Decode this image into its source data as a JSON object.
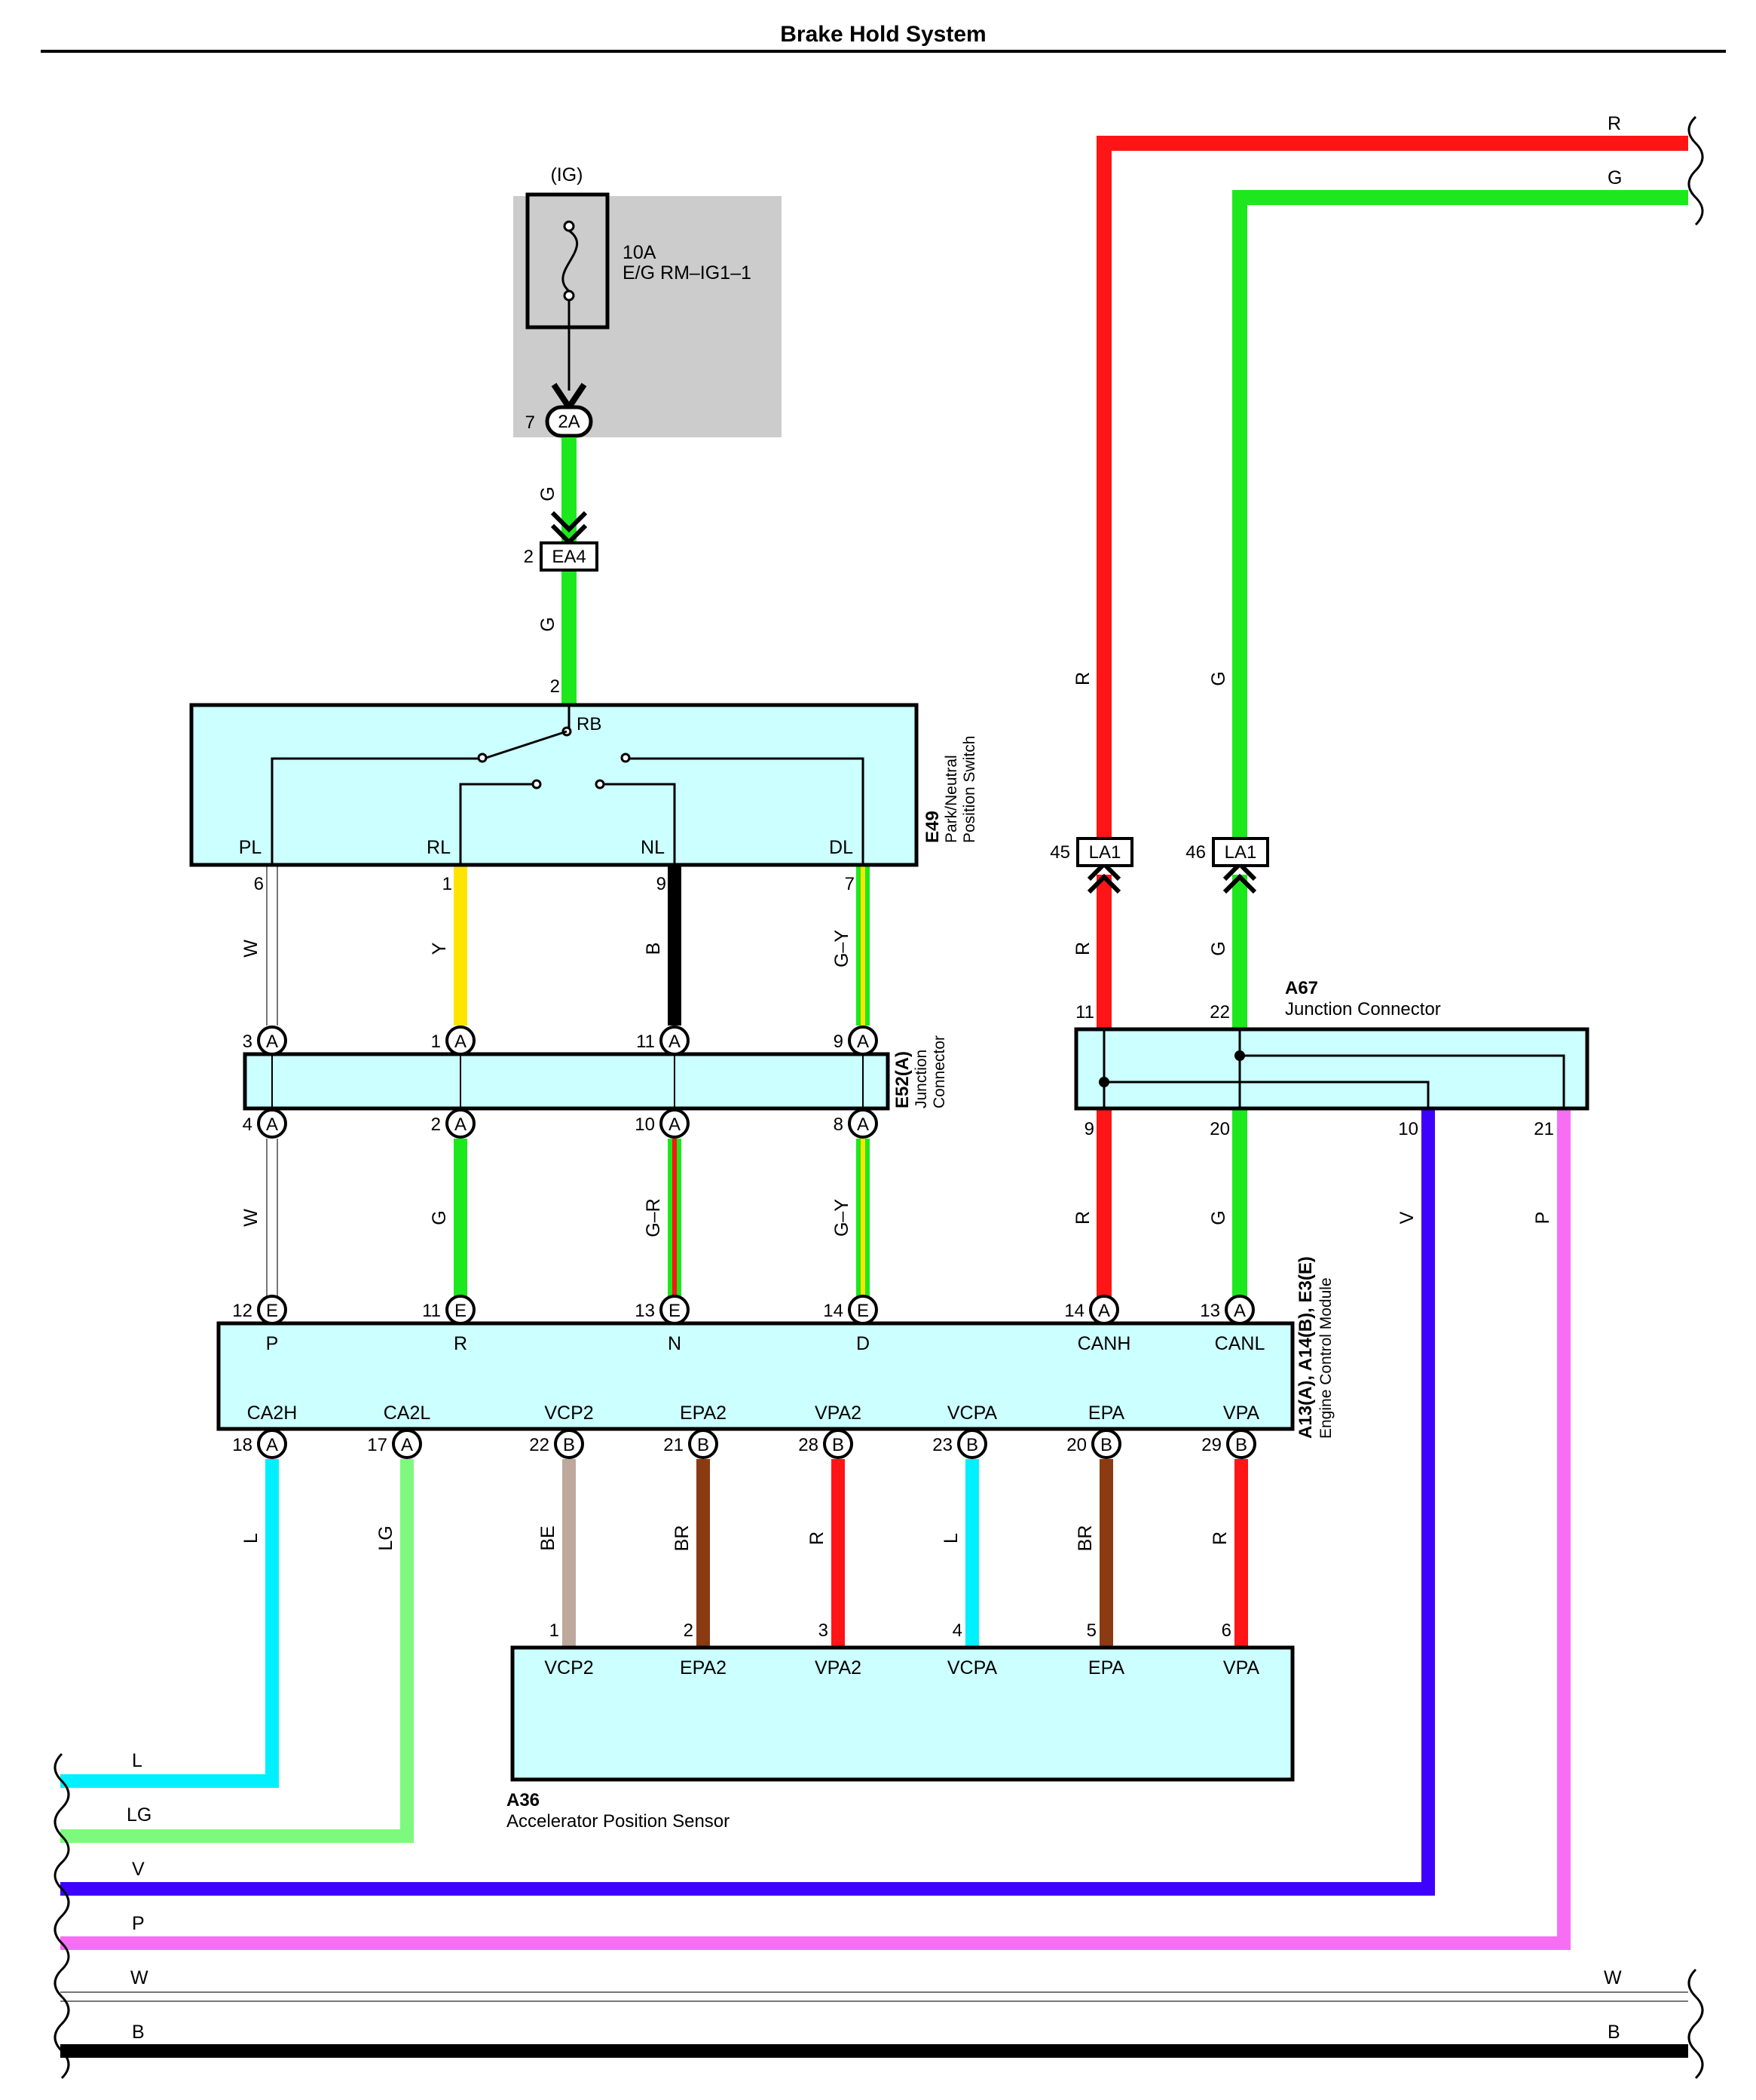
{
  "title": "Brake Hold System",
  "colors": {
    "R": "#ff1515",
    "G": "#1de81d",
    "LG": "#7dfa7d",
    "Y": "#ffe400",
    "B": "#000000",
    "W": "#ffffff",
    "L": "#00f0ff",
    "V": "#3e00ff",
    "P": "#f76ef3",
    "BE": "#bca99c",
    "BR": "#8b3a12",
    "box_fill": "#ccffff",
    "fuse_area": "#cccccc"
  },
  "fuse": {
    "supply": "(IG)",
    "rating": "10A",
    "name": "E/G RM–IG1–1",
    "connector": "2A",
    "pin": "7"
  },
  "connector_ea4": {
    "code": "EA4",
    "pin": "2"
  },
  "wire_labels": {
    "fuse_to_ea4": "G",
    "ea4_to_switch": "G",
    "pl_e52": "W",
    "rl_e52": "Y",
    "nl_e52": "B",
    "dl_e52": "G–Y",
    "e52_p": "W",
    "e52_r": "G",
    "e52_n": "G–R",
    "e52_d": "G–Y",
    "top_red": "R",
    "top_green": "G",
    "la1_red": "R",
    "la1_green": "G",
    "a67_canh": "R",
    "a67_canl": "G",
    "a67_v": "V",
    "a67_p": "P",
    "ca2h": "L",
    "ca2l": "LG",
    "vcp2": "BE",
    "epa2": "BR",
    "vpa2": "R",
    "vcpa": "L",
    "epa": "BR",
    "vpa": "R"
  },
  "switch_e49": {
    "code": "E49",
    "name_line1": "Park/Neutral",
    "name_line2": "Position Switch",
    "input_pin": "2",
    "input_label": "RB",
    "terminals": [
      {
        "name": "PL",
        "pin": "6"
      },
      {
        "name": "RL",
        "pin": "1"
      },
      {
        "name": "NL",
        "pin": "9"
      },
      {
        "name": "DL",
        "pin": "7"
      }
    ]
  },
  "junction_e52": {
    "code": "E52(A)",
    "name_line1": "Junction",
    "name_line2": "Connector",
    "connector_letter": "A",
    "top_pins": [
      "3",
      "1",
      "11",
      "9"
    ],
    "bottom_pins": [
      "4",
      "2",
      "10",
      "8"
    ]
  },
  "junction_a67": {
    "code": "A67",
    "name": "Junction Connector",
    "top_pins": [
      "11",
      "22"
    ],
    "bottom_pins": [
      "9",
      "20",
      "10",
      "21"
    ]
  },
  "la1": [
    {
      "code": "LA1",
      "pin": "45"
    },
    {
      "code": "LA1",
      "pin": "46"
    }
  ],
  "ecm": {
    "code": "A13(A), A14(B), E3(E)",
    "name": "Engine Control Module",
    "top_terminals": [
      {
        "name": "P",
        "pin": "12",
        "letter": "E"
      },
      {
        "name": "R",
        "pin": "11",
        "letter": "E"
      },
      {
        "name": "N",
        "pin": "13",
        "letter": "E"
      },
      {
        "name": "D",
        "pin": "14",
        "letter": "E"
      },
      {
        "name": "CANH",
        "pin": "14",
        "letter": "A"
      },
      {
        "name": "CANL",
        "pin": "13",
        "letter": "A"
      }
    ],
    "bottom_terminals": [
      {
        "name": "CA2H",
        "pin": "18",
        "letter": "A"
      },
      {
        "name": "CA2L",
        "pin": "17",
        "letter": "A"
      },
      {
        "name": "VCP2",
        "pin": "22",
        "letter": "B"
      },
      {
        "name": "EPA2",
        "pin": "21",
        "letter": "B"
      },
      {
        "name": "VPA2",
        "pin": "28",
        "letter": "B"
      },
      {
        "name": "VCPA",
        "pin": "23",
        "letter": "B"
      },
      {
        "name": "EPA",
        "pin": "20",
        "letter": "B"
      },
      {
        "name": "VPA",
        "pin": "29",
        "letter": "B"
      }
    ]
  },
  "sensor_a36": {
    "code": "A36",
    "name": "Accelerator Position Sensor",
    "terminals": [
      {
        "name": "VCP2",
        "pin": "1"
      },
      {
        "name": "EPA2",
        "pin": "2"
      },
      {
        "name": "VPA2",
        "pin": "3"
      },
      {
        "name": "VCPA",
        "pin": "4"
      },
      {
        "name": "EPA",
        "pin": "5"
      },
      {
        "name": "VPA",
        "pin": "6"
      }
    ]
  },
  "offpage_left": [
    "L",
    "LG",
    "V",
    "P",
    "W",
    "B"
  ],
  "offpage_right": [
    "R",
    "G",
    "W",
    "B"
  ]
}
